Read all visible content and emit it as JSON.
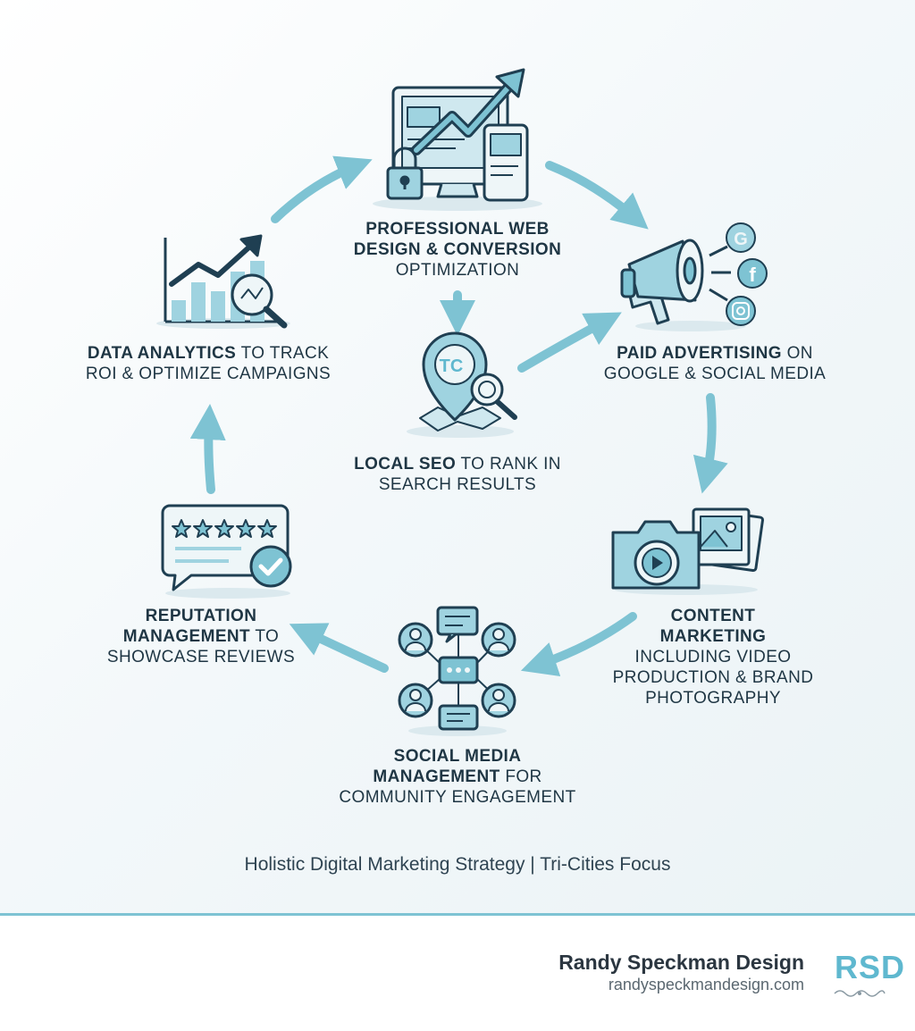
{
  "nodes": {
    "web": {
      "bold1": "PROFESSIONAL WEB",
      "bold2": "DESIGN & CONVERSION",
      "rest": "OPTIMIZATION"
    },
    "paid": {
      "bold": "PAID ADVERTISING",
      "rest1": " ON",
      "rest2": "GOOGLE & SOCIAL MEDIA"
    },
    "local": {
      "bold": "LOCAL SEO",
      "rest1": " TO RANK IN",
      "rest2": "SEARCH RESULTS",
      "pin_text": "TC"
    },
    "analytics": {
      "bold": "DATA ANALYTICS",
      "rest1": " TO TRACK",
      "rest2": "ROI & OPTIMIZE CAMPAIGNS"
    },
    "reputation": {
      "bold1": "REPUTATION",
      "bold2": "MANAGEMENT",
      "rest1": " TO",
      "rest2": "SHOWCASE REVIEWS"
    },
    "content": {
      "bold1": "CONTENT",
      "bold2": "MARKETING",
      "rest1": "INCLUDING VIDEO",
      "rest2": "PRODUCTION & BRAND",
      "rest3": "PHOTOGRAPHY"
    },
    "social": {
      "bold1": "SOCIAL MEDIA",
      "bold2": "MANAGEMENT",
      "rest1": " FOR",
      "rest2": "COMMUNITY ENGAGEMENT"
    }
  },
  "social_icons": {
    "google": "G",
    "facebook": "f"
  },
  "caption": "Holistic Digital Marketing Strategy | Tri-Cities Focus",
  "footer": {
    "brand_name": "Randy Speckman Design",
    "brand_url": "randyspeckmandesign.com",
    "logo": "RSD"
  },
  "colors": {
    "accent": "#7ec3d3",
    "icon_fill": "#9fd3e0",
    "icon_stroke": "#1f3f52",
    "text": "#1f3644"
  },
  "icons": [
    "website-devices-icon",
    "megaphone-icon",
    "map-pin-search-icon",
    "analytics-chart-icon",
    "review-rating-icon",
    "camera-photo-icon",
    "social-network-icon"
  ]
}
